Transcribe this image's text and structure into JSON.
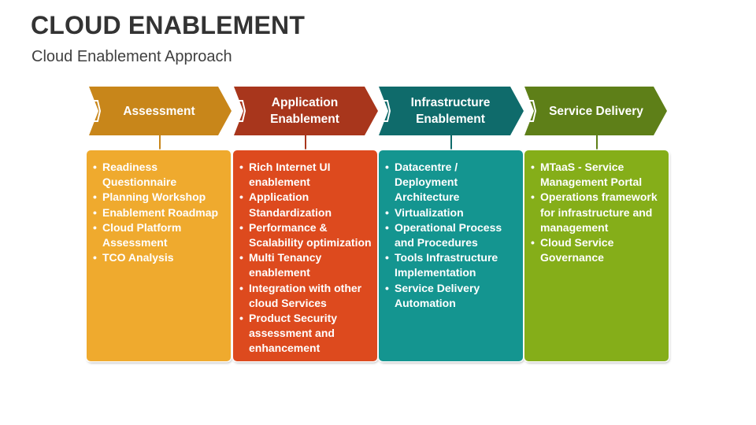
{
  "title": "CLOUD ENABLEMENT",
  "subtitle": "Cloud Enablement Approach",
  "steps": [
    {
      "label": "Assessment",
      "color": "#C8861A",
      "card_color": "#EFAA2E",
      "items": [
        "Readiness Questionnaire",
        "Planning Workshop",
        "Enablement Roadmap",
        "Cloud Platform Assessment",
        "TCO Analysis"
      ]
    },
    {
      "label": "Application Enablement",
      "color": "#A8361C",
      "card_color": "#DD4A1E",
      "items": [
        "Rich Internet UI enablement",
        "Application Standardization",
        "Performance & Scalability optimization",
        "Multi Tenancy enablement",
        "Integration with other cloud Services",
        "Product Security assessment and enhancement"
      ]
    },
    {
      "label": "Infrastructure Enablement",
      "color": "#0F6B6B",
      "card_color": "#149590",
      "items": [
        "Datacentre / Deployment Architecture",
        "Virtualization",
        "Operational Process and Procedures",
        "Tools Infrastructure Implementation",
        "Service Delivery Automation"
      ]
    },
    {
      "label": "Service Delivery",
      "color": "#5E7F18",
      "card_color": "#85AE19",
      "items": [
        "MTaaS - Service Management Portal",
        "Operations framework for infrastructure and management",
        "Cloud Service Governance"
      ]
    }
  ]
}
